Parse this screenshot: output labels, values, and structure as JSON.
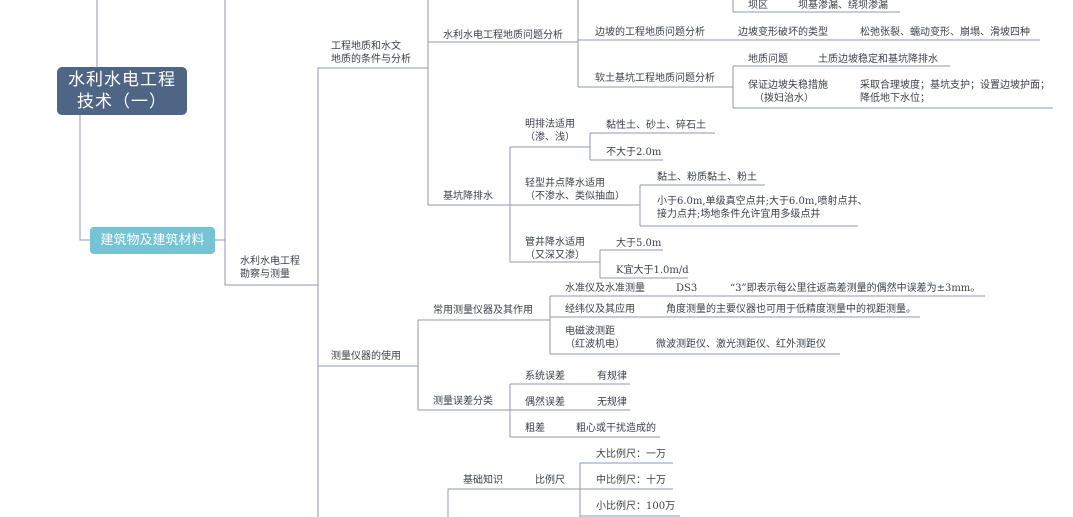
{
  "root": {
    "line1": "水利水电工程",
    "line2": "技术（一）"
  },
  "sub_topic": "建筑物及建筑材料",
  "l2": {
    "geology": [
      "工程地质和水文",
      "地质的条件与分析"
    ],
    "survey": [
      "水利水电工程",
      "勘察与测量"
    ]
  },
  "geology": {
    "problem_analysis": "水利水电工程地质问题分析",
    "dam_area": "坝区",
    "dam_area_detail": "坝基渗漏、绕坝渗漏",
    "slope": "边坡的工程地质问题分析",
    "slope_types": "边坡变形破坏的类型",
    "slope_types_detail": "松弛张裂、蠕动变形、崩塌、滑坡四种",
    "soft_soil": "软土基坑工程地质问题分析",
    "geo_issue": "地质问题",
    "geo_issue_detail": "土质边坡稳定和基坑降排水",
    "slope_measure": [
      "保证边坡失稳措施",
      "（拨妇治水）"
    ],
    "slope_measure_detail": [
      "采取合理坡度；基坑支护；设置边坡护面；",
      "降低地下水位；"
    ],
    "pit_drainage": "基坑降排水",
    "open_drain": [
      "明排法适用",
      "（渗、浅）"
    ],
    "open_soil": "黏性土、砂土、碎石土",
    "open_limit": "不大于2.0m",
    "light_well": [
      "轻型井点降水适用",
      "（不渗水、类似抽血）"
    ],
    "light_soil": "黏土、粉质黏土、粉土",
    "light_limit": [
      "小于6.0m,单级真空点井;大于6.0m,喷射点井、",
      "接力点井;场地条件允许宜用多级点井"
    ],
    "tube_well": [
      "管井降水适用",
      "（又深又渗）"
    ],
    "tube_limit": "大于5.0m",
    "tube_k": "K宜大于1.0m/d"
  },
  "survey": {
    "instrument_use": "测量仪器的使用",
    "common_instr": "常用测量仪器及其作用",
    "level": "水准仪及水准测量",
    "level_model": "DS3",
    "level_note": "“3”即表示每公里往返高差测量的偶然中误差为±3mm。",
    "theodolite": "经纬仪及其应用",
    "theodolite_note": "角度测量的主要仪器也可用于低精度测量中的视距测量。",
    "edm": [
      "电磁波测距",
      "（红波机电）"
    ],
    "edm_note": "微波测距仪、激光测距仪、红外测距仪",
    "error_class": "测量误差分类",
    "sys_err": "系统误差",
    "sys_rule": "有规律",
    "rand_err": "偶然误差",
    "rand_rule": "无规律",
    "gross_err": "粗差",
    "gross_cause": "粗心或干扰造成的",
    "basics": "基础知识",
    "scale": "比例尺",
    "scale_large": "大比例尺：一万",
    "scale_mid": "中比例尺：十万",
    "scale_small": "小比例尺：100万"
  }
}
